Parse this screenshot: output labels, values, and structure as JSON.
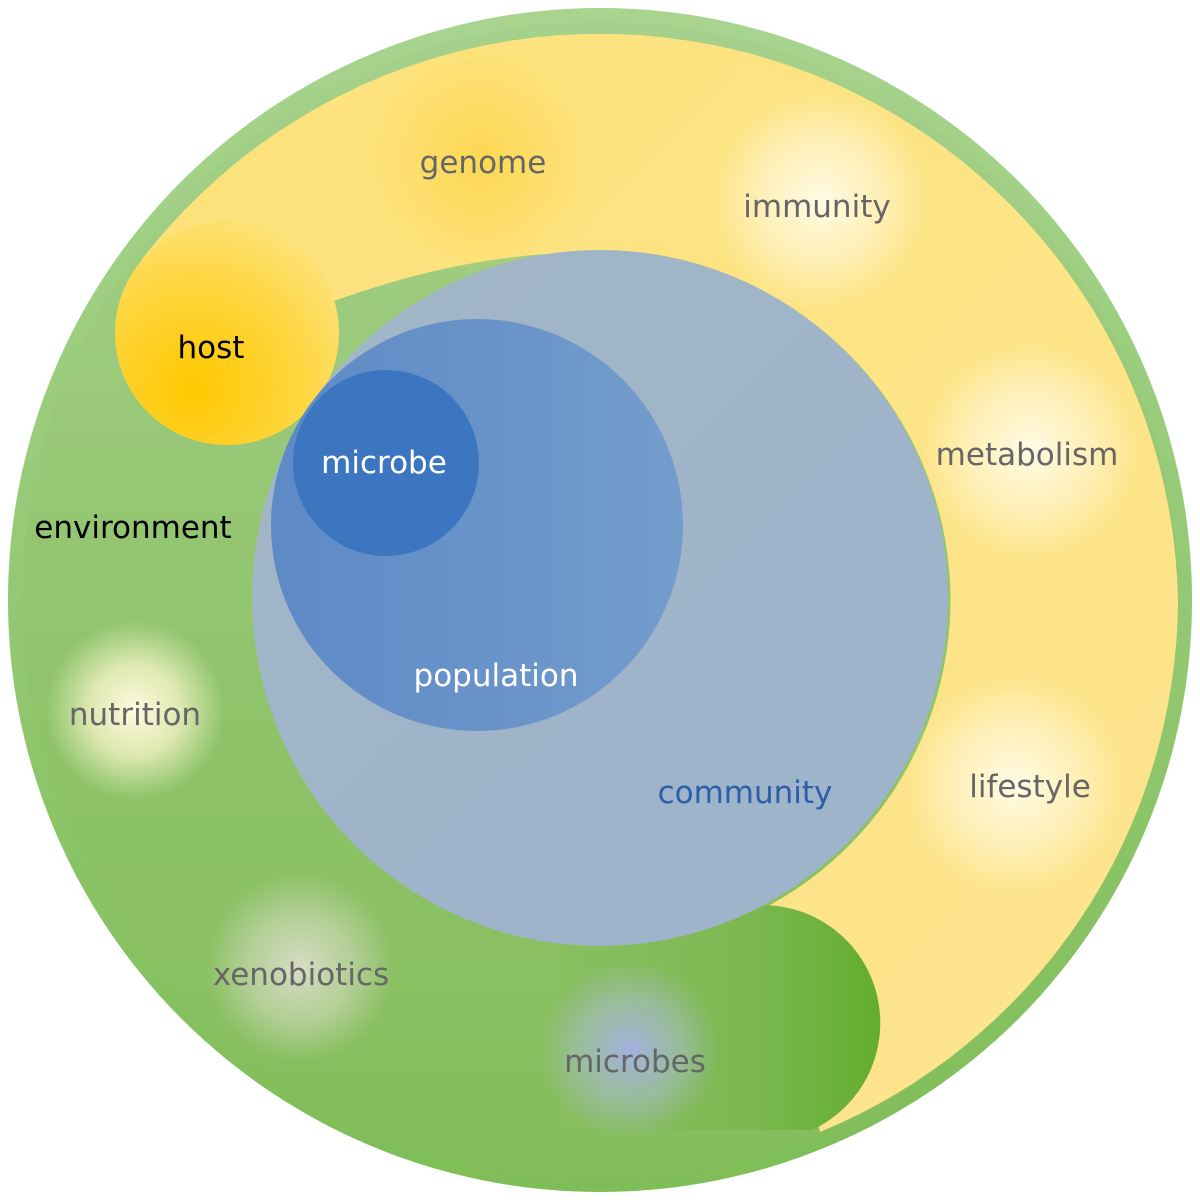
{
  "labels": {
    "genome": "genome",
    "immunity": "immunity",
    "host": "host",
    "metabolism": "metabolism",
    "environment": "environment",
    "microbe": "microbe",
    "population": "population",
    "nutrition": "nutrition",
    "community": "community",
    "lifestyle": "lifestyle",
    "xenobiotics": "xenobiotics",
    "microbes": "microbes"
  },
  "colors": {
    "outer_ring": "#8dc063",
    "environment_green": "#88bf5f",
    "host_yellow": "#fde27e",
    "host_orange": "#ffcc00",
    "community_blue_gray": "#9fb5c8",
    "population_blue": "#6a95c9",
    "microbe_blue": "#3c76c0",
    "dark_green": "#62ad2f",
    "text_gray": "#666666",
    "text_black": "#000000",
    "text_white": "#ffffff",
    "text_blue": "#2d5ea8"
  }
}
